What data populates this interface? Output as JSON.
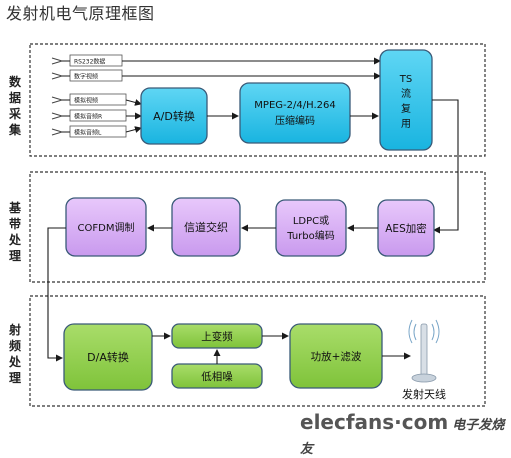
{
  "title": "发射机电气原理框图",
  "sections": {
    "data_acq": "数据采集",
    "baseband": "基带处理",
    "rf": "射频处理"
  },
  "inputs": [
    "RS232数据",
    "数字视频",
    "模拟视频",
    "模拟音频R",
    "模拟音频L"
  ],
  "blocks": {
    "ad": [
      "A/D转换"
    ],
    "mpeg": [
      "MPEG-2/4/H.264",
      "压缩编码"
    ],
    "ts": [
      "TS",
      "流",
      "复",
      "用"
    ],
    "aes": [
      "AES加密"
    ],
    "ldpc": [
      "LDPC或",
      "Turbo编码"
    ],
    "interleave": [
      "信道交织"
    ],
    "cofdm": [
      "COFDM调制"
    ],
    "da": [
      "D/A转换"
    ],
    "upconv": [
      "上变频"
    ],
    "lownoise": [
      "低相噪"
    ],
    "amp": [
      "功放+滤波"
    ]
  },
  "antenna_label": "发射天线",
  "watermark": {
    "brand": "elecfans·com",
    "cn": "电子发烧友"
  },
  "colors": {
    "blue": "#29c3ec",
    "purple": "#d6a8f5",
    "green": "#92d050",
    "border": "#3a5a78"
  }
}
